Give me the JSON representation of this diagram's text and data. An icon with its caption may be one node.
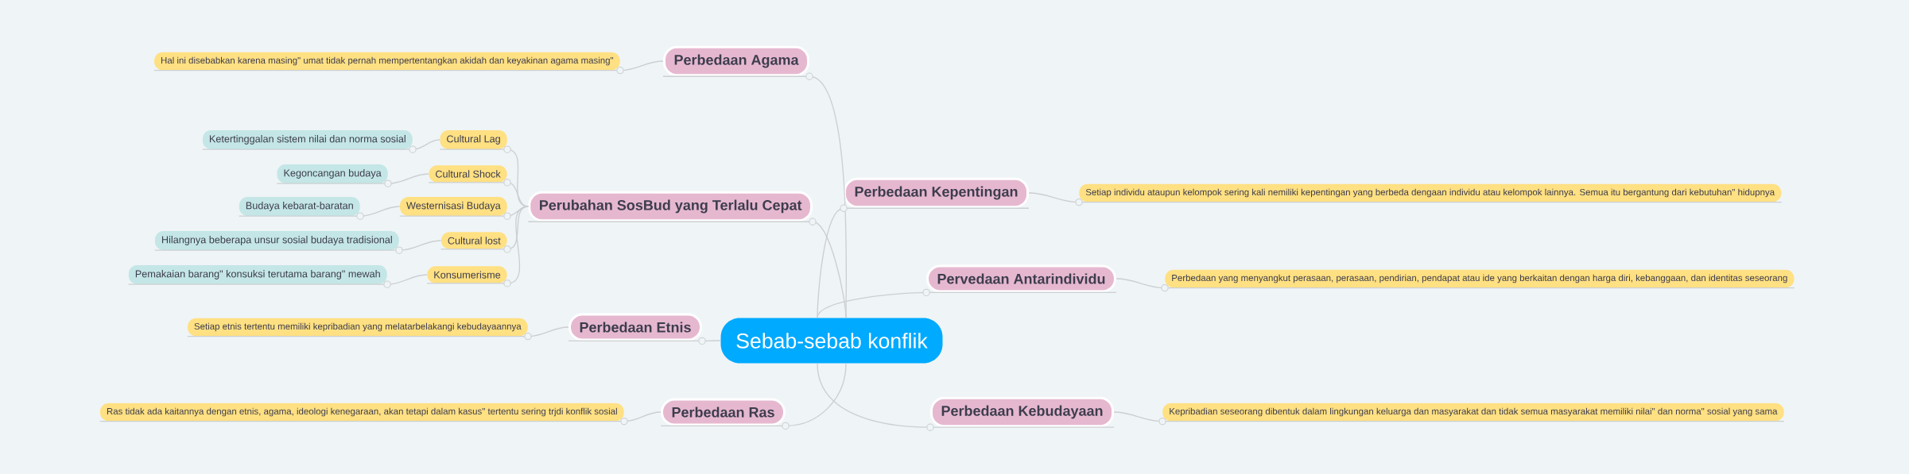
{
  "diagram": {
    "nodes": [
      {
        "text": [
          "Sebab-sebab konflik"
        ]
      },
      {
        "text": [
          "Perbedaan Agama"
        ]
      },
      {
        "text": [
          "Hal ini disebabkan karena masing\" umat tidak pernah mempertentangkan akidah dan keyakinan agama masing\""
        ]
      },
      {
        "text": [
          "Perubahan SosBud yang Terlalu Cepat"
        ]
      },
      {
        "text": [
          "Cultural Lag"
        ]
      },
      {
        "text": [
          "Ketertinggalan sistem nilai dan norma sosial"
        ]
      },
      {
        "text": [
          "Cultural Shock"
        ]
      },
      {
        "text": [
          "Kegoncangan budaya"
        ]
      },
      {
        "text": [
          "Westernisasi Budaya"
        ]
      },
      {
        "text": [
          "Budaya kebarat-baratan"
        ]
      },
      {
        "text": [
          "Cultural lost"
        ]
      },
      {
        "text": [
          "Hilangnya beberapa unsur sosial budaya tradisional"
        ]
      },
      {
        "text": [
          "Konsumerisme"
        ]
      },
      {
        "text": [
          "Pemakaian barang\" konsuksi terutama barang\" mewah"
        ]
      },
      {
        "text": [
          "Perbedaan Etnis"
        ]
      },
      {
        "text": [
          "Setiap etnis tertentu memiliki kepribadian yang melatarbelakangi kebudayaannya"
        ]
      },
      {
        "text": [
          "Perbedaan Ras"
        ]
      },
      {
        "text": [
          "Ras tidak ada kaitannya dengan etnis, agama, ideologi kenegaraan, akan tetapi dalam kasus\" tertentu sering trjdi konflik sosial"
        ]
      },
      {
        "text": [
          "Perbedaan Kepentingan"
        ]
      },
      {
        "text": [
          "Setiap individu ataupun kelompok sering kali nemiliki kepentingan yang berbeda dengaan individu atau kelompok lainnya. Semua itu bergantung dari kebutuhan\" hidupnya"
        ]
      },
      {
        "text": [
          "Pervedaan Antarindividu"
        ]
      },
      {
        "text": [
          "Perbedaan yang menyangkut perasaan, perasaan, pendirian, pendapat atau ide yang berkaitan dengan harga diri, kebanggaan, dan identitas seseorang"
        ]
      },
      {
        "text": [
          "Perbedaan Kebudayaan"
        ]
      },
      {
        "text": [
          "Kepribadian seseorang dibentuk dalam lingkungan keluarga dan masyarakat dan tidak semua masyarakat memiliki nilai\" dan norma\" sosial yang sama"
        ]
      }
    ],
    "edges": [
      {
        "from": 0,
        "to": 1,
        "arrow": "none"
      },
      {
        "from": 1,
        "to": 2,
        "arrow": "none"
      },
      {
        "from": 0,
        "to": 3,
        "arrow": "none"
      },
      {
        "from": 3,
        "to": 4,
        "arrow": "none"
      },
      {
        "from": 4,
        "to": 5,
        "arrow": "none"
      },
      {
        "from": 3,
        "to": 6,
        "arrow": "none"
      },
      {
        "from": 6,
        "to": 7,
        "arrow": "none"
      },
      {
        "from": 3,
        "to": 8,
        "arrow": "none"
      },
      {
        "from": 8,
        "to": 9,
        "arrow": "none"
      },
      {
        "from": 3,
        "to": 10,
        "arrow": "none"
      },
      {
        "from": 10,
        "to": 11,
        "arrow": "none"
      },
      {
        "from": 3,
        "to": 12,
        "arrow": "none"
      },
      {
        "from": 12,
        "to": 13,
        "arrow": "none"
      },
      {
        "from": 0,
        "to": 14,
        "arrow": "none"
      },
      {
        "from": 14,
        "to": 15,
        "arrow": "none"
      },
      {
        "from": 0,
        "to": 16,
        "arrow": "none"
      },
      {
        "from": 16,
        "to": 17,
        "arrow": "none"
      },
      {
        "from": 0,
        "to": 18,
        "arrow": "none"
      },
      {
        "from": 18,
        "to": 19,
        "arrow": "none"
      },
      {
        "from": 0,
        "to": 20,
        "arrow": "none"
      },
      {
        "from": 20,
        "to": 21,
        "arrow": "none"
      },
      {
        "from": 0,
        "to": 22,
        "arrow": "none"
      },
      {
        "from": 22,
        "to": 23,
        "arrow": "none"
      }
    ]
  }
}
